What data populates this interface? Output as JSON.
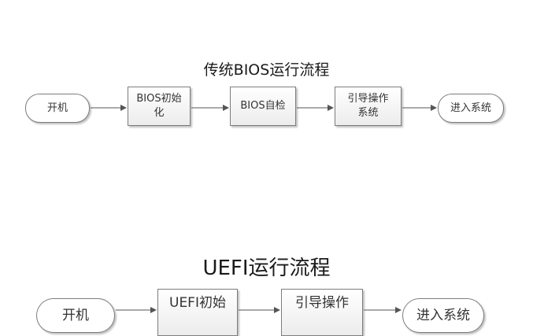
{
  "diagrams": [
    {
      "title": "传统BIOS运行流程",
      "nodes": [
        {
          "label": "开机",
          "shape": "terminal"
        },
        {
          "label": "BIOS初始\n化",
          "shape": "process"
        },
        {
          "label": "BIOS自检",
          "shape": "process"
        },
        {
          "label": "引导操作\n系统",
          "shape": "process"
        },
        {
          "label": "进入系统",
          "shape": "terminal"
        }
      ]
    },
    {
      "title": "UEFI运行流程",
      "nodes": [
        {
          "label": "开机",
          "shape": "terminal"
        },
        {
          "label": "UEFI初始",
          "shape": "process"
        },
        {
          "label": "引导操作",
          "shape": "process"
        },
        {
          "label": "进入系统",
          "shape": "terminal"
        }
      ]
    }
  ],
  "colors": {
    "border": "#7d7d7d",
    "arrow": "#555555"
  }
}
